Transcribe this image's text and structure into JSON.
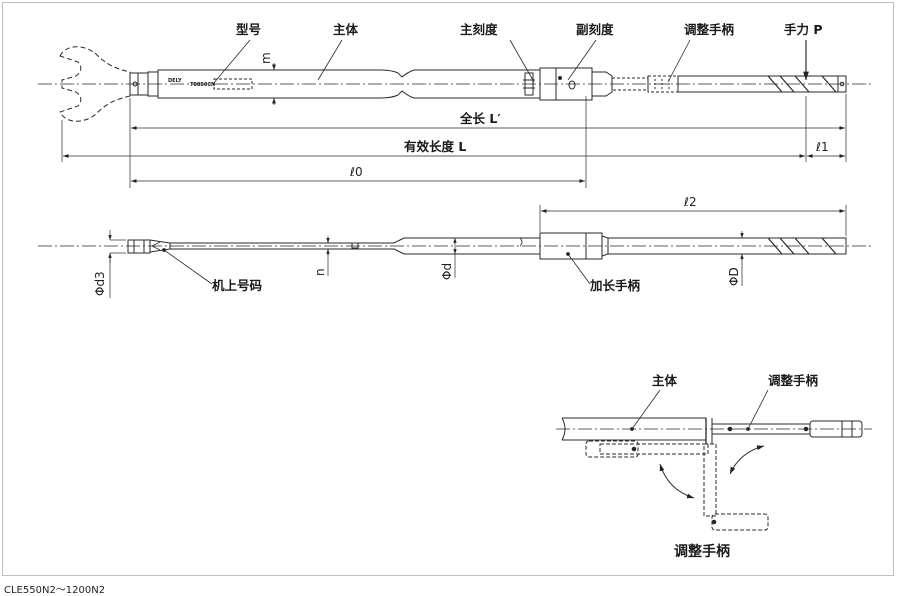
{
  "labels": {
    "model": "型号",
    "body": "主体",
    "main_scale": "主刻度",
    "sub_scale": "副刻度",
    "adjust_handle": "调整手柄",
    "hand_force": "手力 P",
    "total_length": "全长 L′",
    "effective_length": "有效长度 L",
    "l0": "ℓ0",
    "l1": "ℓ1",
    "l2": "ℓ2",
    "m": "m",
    "n": "n",
    "phi_d3": "Φd3",
    "phi_d": "Φd",
    "phi_D": "ΦD",
    "serial_no": "机上号码",
    "extension_handle": "加长手柄",
    "detail_body": "主体",
    "detail_adjust_handle": "调整手柄",
    "detail_caption": "调整手柄"
  },
  "caption": "CLE550N2～1200N2"
}
